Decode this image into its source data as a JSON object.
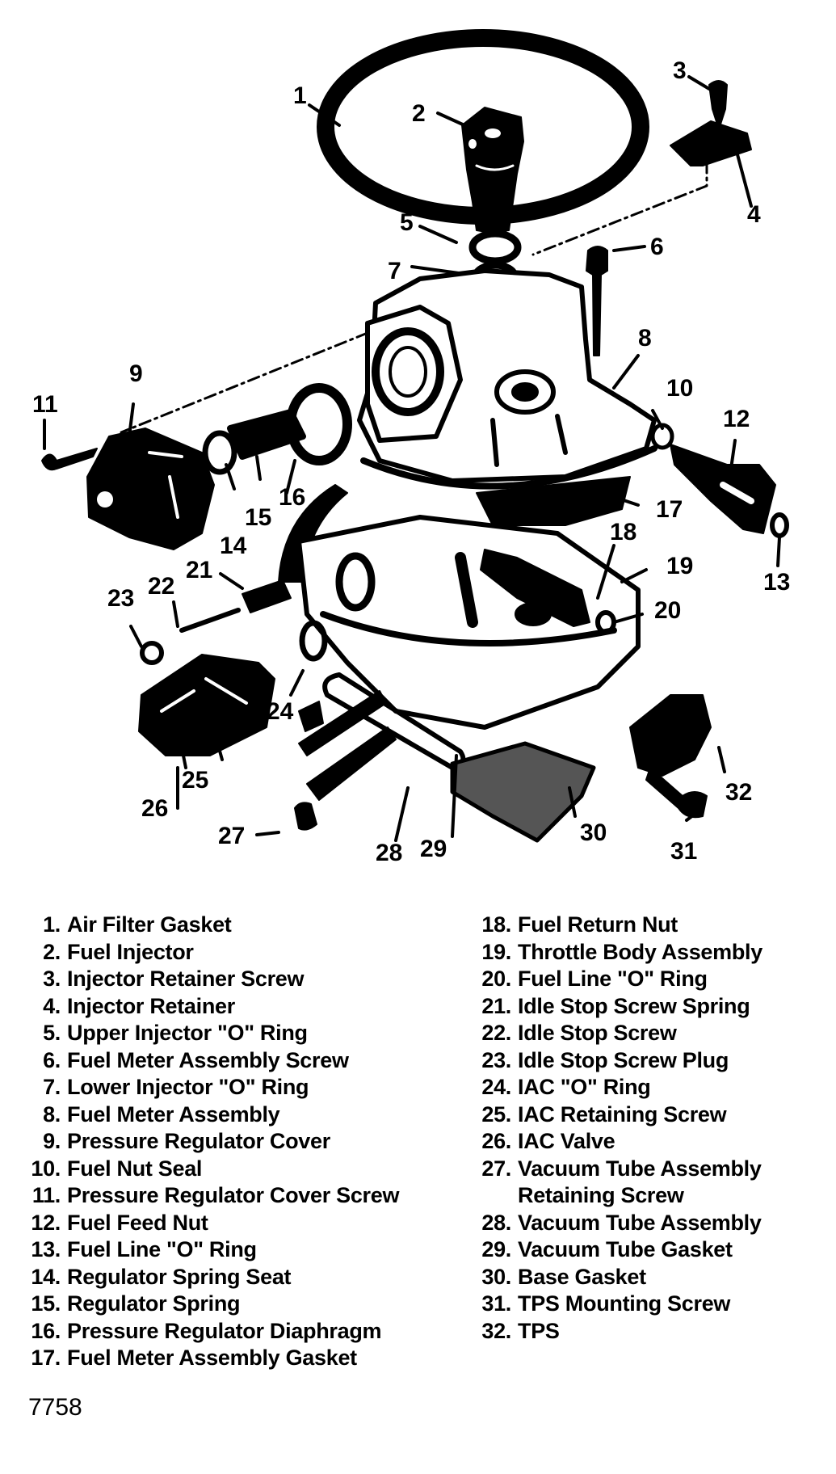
{
  "figure": {
    "title": "Throttle body exploded view",
    "figure_number": "7758",
    "callouts": [
      "1",
      "2",
      "3",
      "4",
      "5",
      "6",
      "7",
      "8",
      "9",
      "10",
      "11",
      "12",
      "13",
      "14",
      "15",
      "16",
      "17",
      "18",
      "19",
      "20",
      "21",
      "22",
      "23",
      "24",
      "25",
      "26",
      "27",
      "28",
      "29",
      "30",
      "31",
      "32"
    ]
  },
  "legend": {
    "left": [
      {
        "num": "1.",
        "label": "Air Filter Gasket"
      },
      {
        "num": "2.",
        "label": "Fuel Injector"
      },
      {
        "num": "3.",
        "label": "Injector Retainer Screw"
      },
      {
        "num": "4.",
        "label": "Injector Retainer"
      },
      {
        "num": "5.",
        "label": "Upper Injector \"O\" Ring"
      },
      {
        "num": "6.",
        "label": "Fuel Meter Assembly Screw"
      },
      {
        "num": "7.",
        "label": "Lower Injector \"O\" Ring"
      },
      {
        "num": "8.",
        "label": "Fuel Meter Assembly"
      },
      {
        "num": "9.",
        "label": "Pressure Regulator Cover"
      },
      {
        "num": "10.",
        "label": "Fuel Nut Seal"
      },
      {
        "num": "11.",
        "label": "Pressure Regulator Cover Screw"
      },
      {
        "num": "12.",
        "label": "Fuel Feed Nut"
      },
      {
        "num": "13.",
        "label": "Fuel Line \"O\" Ring"
      },
      {
        "num": "14.",
        "label": "Regulator Spring Seat"
      },
      {
        "num": "15.",
        "label": "Regulator Spring"
      },
      {
        "num": "16.",
        "label": "Pressure Regulator Diaphragm"
      },
      {
        "num": "17.",
        "label": "Fuel Meter Assembly Gasket"
      }
    ],
    "right": [
      {
        "num": "18.",
        "label": "Fuel Return Nut"
      },
      {
        "num": "19.",
        "label": "Throttle Body Assembly"
      },
      {
        "num": "20.",
        "label": "Fuel Line \"O\" Ring"
      },
      {
        "num": "21.",
        "label": "Idle Stop Screw Spring"
      },
      {
        "num": "22.",
        "label": "Idle Stop Screw"
      },
      {
        "num": "23.",
        "label": "Idle Stop Screw Plug"
      },
      {
        "num": "24.",
        "label": "IAC \"O\" Ring"
      },
      {
        "num": "25.",
        "label": "IAC Retaining Screw"
      },
      {
        "num": "26.",
        "label": "IAC Valve"
      },
      {
        "num": "27.",
        "label": "Vacuum Tube Assembly Retaining Screw"
      },
      {
        "num": "28.",
        "label": "Vacuum Tube Assembly"
      },
      {
        "num": "29.",
        "label": "Vacuum Tube Gasket"
      },
      {
        "num": "30.",
        "label": "Base Gasket"
      },
      {
        "num": "31.",
        "label": "TPS Mounting Screw"
      },
      {
        "num": "32.",
        "label": "TPS"
      }
    ]
  }
}
